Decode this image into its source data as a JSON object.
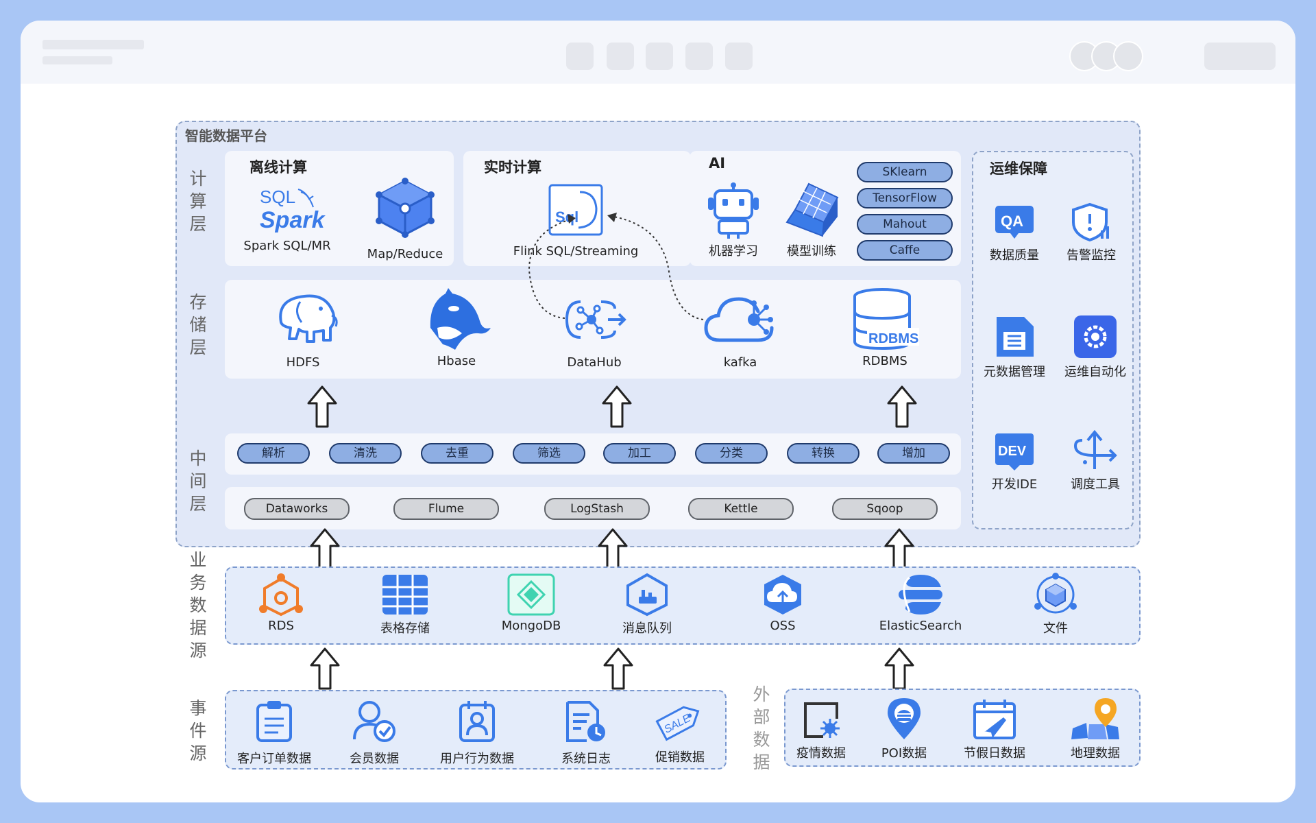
{
  "platform": {
    "title": "智能数据平台"
  },
  "layers": {
    "compute": "计算层",
    "storage": "存储层",
    "middle": "中间层",
    "business": "业务数据源",
    "event": "事件源",
    "external": "外部数据"
  },
  "compute": {
    "offline": {
      "title": "离线计算",
      "items": [
        {
          "label": "Spark SQL/MR",
          "icon": "spark-sql-logo"
        },
        {
          "label": "Map/Reduce",
          "icon": "cube-network-icon"
        }
      ],
      "logo_text": {
        "sql": "SQL",
        "spark": "Spark"
      }
    },
    "realtime": {
      "title": "实时计算",
      "items": [
        {
          "label": "Flink SQL/Streaming",
          "icon": "flink-sql-icon"
        }
      ],
      "logo_text": "Sql"
    },
    "ai": {
      "title": "AI",
      "items": [
        {
          "label": "机器学习",
          "icon": "robot-icon"
        },
        {
          "label": "模型训练",
          "icon": "cube-model-icon"
        }
      ],
      "frameworks": [
        "SKlearn",
        "TensorFlow",
        "Mahout",
        "Caffe"
      ]
    }
  },
  "storage": {
    "items": [
      {
        "label": "HDFS",
        "icon": "hadoop-elephant-icon"
      },
      {
        "label": "Hbase",
        "icon": "orca-icon"
      },
      {
        "label": "DataHub",
        "icon": "datahub-icon"
      },
      {
        "label": "kafka",
        "icon": "cloud-kafka-icon"
      },
      {
        "label": "RDBMS",
        "icon": "database-icon"
      }
    ],
    "rdbms_text": "RDBMS"
  },
  "middle": {
    "processes": [
      "解析",
      "清洗",
      "去重",
      "筛选",
      "加工",
      "分类",
      "转换",
      "增加"
    ],
    "tools": [
      "Dataworks",
      "Flume",
      "LogStash",
      "Kettle",
      "Sqoop"
    ]
  },
  "ops": {
    "title": "运维保障",
    "items": [
      {
        "label": "数据质量",
        "icon": "qa-icon"
      },
      {
        "label": "告警监控",
        "icon": "shield-alert-icon"
      },
      {
        "label": "元数据管理",
        "icon": "document-list-icon"
      },
      {
        "label": "运维自动化",
        "icon": "gear-icon"
      },
      {
        "label": "开发IDE",
        "icon": "dev-icon"
      },
      {
        "label": "调度工具",
        "icon": "split-arrows-icon"
      }
    ],
    "qa_text": "QA",
    "dev_text": "DEV"
  },
  "business": {
    "items": [
      {
        "label": "RDS",
        "icon": "rds-icon"
      },
      {
        "label": "表格存储",
        "icon": "table-grid-icon"
      },
      {
        "label": "MongoDB",
        "icon": "mongodb-icon"
      },
      {
        "label": "消息队列",
        "icon": "message-queue-icon"
      },
      {
        "label": "OSS",
        "icon": "cloud-upload-icon"
      },
      {
        "label": "ElasticSearch",
        "icon": "elasticsearch-icon"
      },
      {
        "label": "文件",
        "icon": "file-cubes-icon"
      }
    ]
  },
  "events": {
    "items": [
      {
        "label": "客户订单数据",
        "icon": "clipboard-icon"
      },
      {
        "label": "会员数据",
        "icon": "member-check-icon"
      },
      {
        "label": "用户行为数据",
        "icon": "user-badge-icon"
      },
      {
        "label": "系统日志",
        "icon": "log-clock-icon"
      },
      {
        "label": "促销数据",
        "icon": "sale-tag-icon"
      }
    ],
    "sale_text": "SALE"
  },
  "external": {
    "items": [
      {
        "label": "疫情数据",
        "icon": "virus-screen-icon"
      },
      {
        "label": "POI数据",
        "icon": "poi-pin-icon"
      },
      {
        "label": "节假日数据",
        "icon": "calendar-plane-icon"
      },
      {
        "label": "地理数据",
        "icon": "map-pin-icon"
      }
    ]
  },
  "colors": {
    "accent": "#3a7be8",
    "orange": "#f07c2a",
    "teal": "#3fd3b0",
    "gold": "#f5a623"
  }
}
